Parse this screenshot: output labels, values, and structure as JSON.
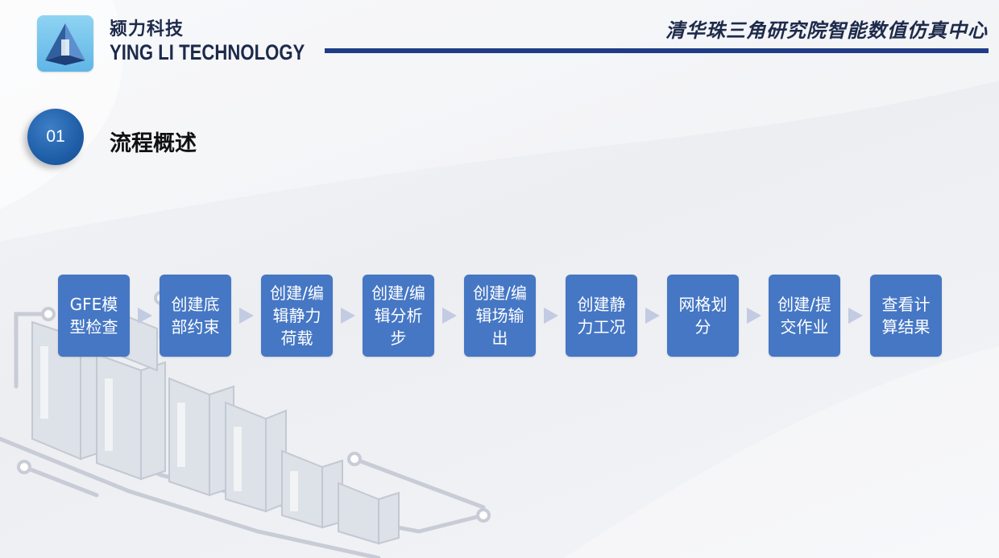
{
  "header": {
    "brand_cn": "颍力科技",
    "brand_en": "YING LI TECHNOLOGY",
    "institute": "清华珠三角研究院智能数值仿真中心",
    "logo_icon": "triangle-logo-icon"
  },
  "section": {
    "number": "01",
    "title": "流程概述"
  },
  "flow": {
    "steps": [
      {
        "label": "GFE模型检查"
      },
      {
        "label": "创建底部约束"
      },
      {
        "label": "创建/编辑静力荷载"
      },
      {
        "label": "创建/编辑分析步"
      },
      {
        "label": "创建/编辑场输出"
      },
      {
        "label": "创建静力工况"
      },
      {
        "label": "网格划分"
      },
      {
        "label": "创建/提交作业"
      },
      {
        "label": "查看计算结果"
      }
    ],
    "arrow_icon": "chevron-right-icon"
  },
  "colors": {
    "step_fill": "#4577c4",
    "header_rule": "#1f3c86",
    "section_circle": "#1f5ea8",
    "arrow": "#c3cbe3"
  }
}
